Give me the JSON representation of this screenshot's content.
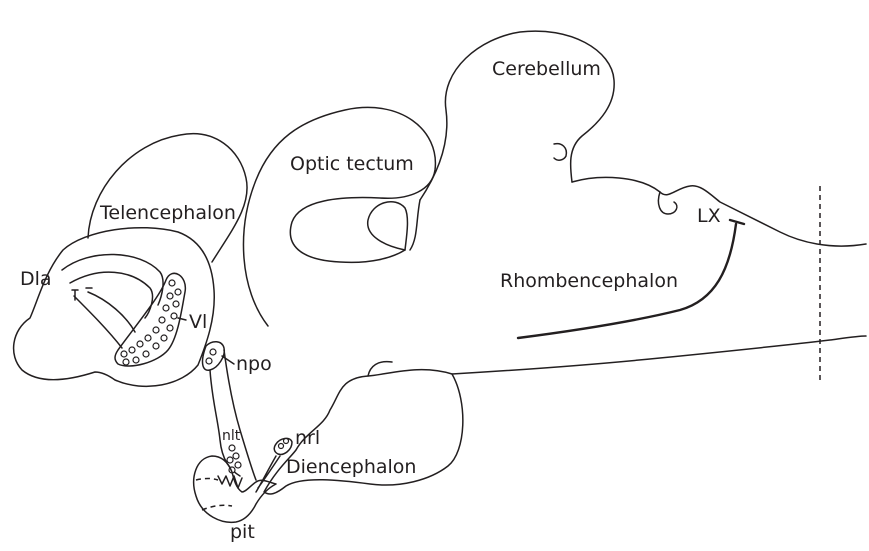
{
  "labels": {
    "cerebellum": "Cerebellum",
    "optic_tectum": "Optic tectum",
    "telencephalon": "Telencephalon",
    "rhombencephalon": "Rhombencephalon",
    "diencephalon": "Diencephalon",
    "lx": "LX",
    "dla": "Dla",
    "vl": "Vl",
    "npo": "npo",
    "nlt": "nlt",
    "nrl": "nrl",
    "pit": "pit"
  },
  "colors": {
    "stroke": "#231f20",
    "background": "#ffffff"
  }
}
